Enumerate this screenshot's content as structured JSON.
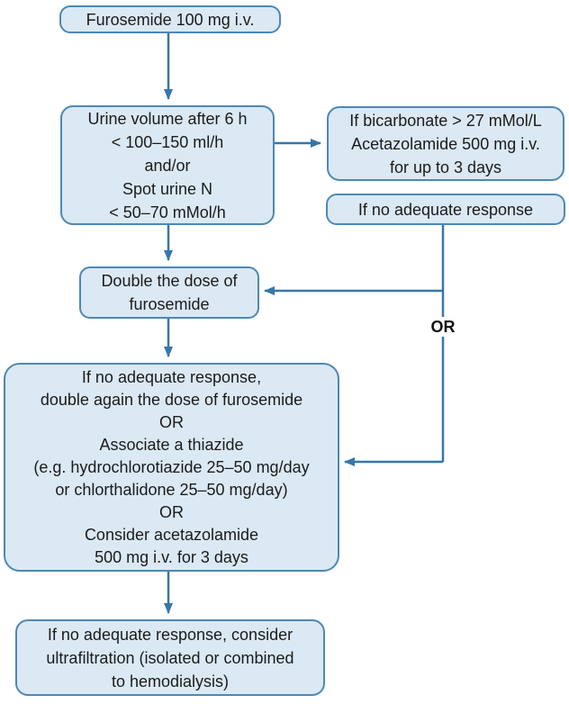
{
  "colors": {
    "box_fill": "#dbe9f4",
    "box_border": "#4d88b5",
    "connector": "#3577ac",
    "text": "#1b1b1b",
    "background": "#ffffff"
  },
  "nodes": {
    "furosemide": {
      "text": "Furosemide 100 mg i.v."
    },
    "urine_volume": {
      "text": "Urine volume after 6 h\n< 100–150 ml/h\nand/or\nSpot urine N\n< 50–70 mMol/h"
    },
    "bicarbonate": {
      "text": "If bicarbonate > 27 mMol/L\nAcetazolamide 500 mg i.v.\nfor up to 3 days"
    },
    "no_adequate_response": {
      "text": "If no adequate response"
    },
    "double_dose": {
      "text": "Double the dose of\nfurosemide"
    },
    "escalation": {
      "text": "If no adequate response,\ndouble again the dose of furosemide\nOR\nAssociate a thiazide\n(e.g. hydrochlorotiazide 25–50 mg/day\nor chlorthalidone 25–50 mg/day)\nOR\nConsider acetazolamide\n500 mg i.v. for 3 days"
    },
    "ultrafiltration": {
      "text": "If no adequate response, consider\nultrafiltration (isolated or combined\nto hemodialysis)"
    }
  },
  "connector_labels": {
    "or": "OR"
  }
}
